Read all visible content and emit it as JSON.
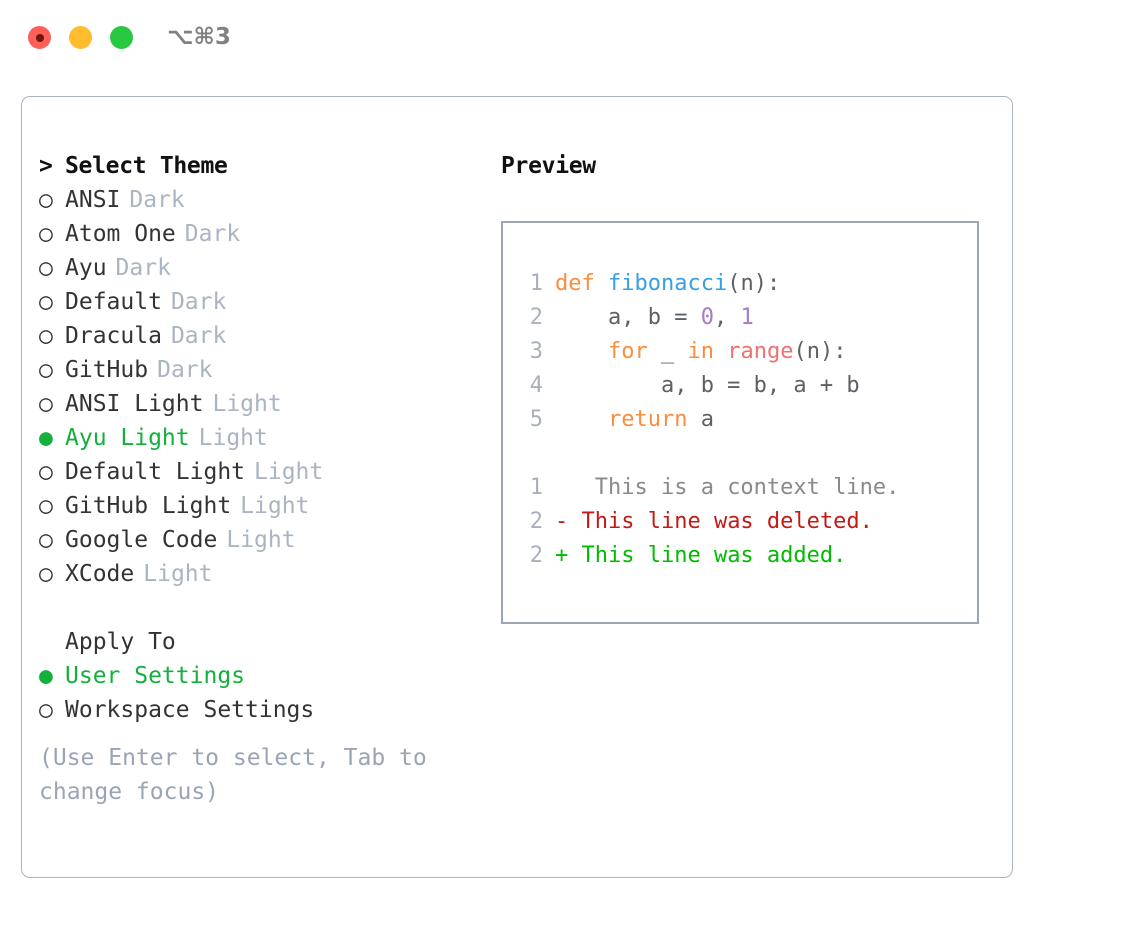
{
  "titlebar": {
    "shortcut": "⌥⌘3",
    "lights": [
      "close",
      "minimize",
      "zoom"
    ]
  },
  "left": {
    "header": {
      "marker": ">",
      "label": "Select Theme"
    },
    "themes": [
      {
        "marker": "○",
        "label": "ANSI",
        "variant": "Dark",
        "selected": false
      },
      {
        "marker": "○",
        "label": "Atom One",
        "variant": "Dark",
        "selected": false
      },
      {
        "marker": "○",
        "label": "Ayu",
        "variant": "Dark",
        "selected": false
      },
      {
        "marker": "○",
        "label": "Default",
        "variant": "Dark",
        "selected": false
      },
      {
        "marker": "○",
        "label": "Dracula",
        "variant": "Dark",
        "selected": false
      },
      {
        "marker": "○",
        "label": "GitHub",
        "variant": "Dark",
        "selected": false
      },
      {
        "marker": "○",
        "label": "ANSI Light",
        "variant": "Light",
        "selected": false
      },
      {
        "marker": "●",
        "label": "Ayu Light",
        "variant": "Light",
        "selected": true
      },
      {
        "marker": "○",
        "label": "Default Light",
        "variant": "Light",
        "selected": false
      },
      {
        "marker": "○",
        "label": "GitHub Light",
        "variant": "Light",
        "selected": false
      },
      {
        "marker": "○",
        "label": "Google Code",
        "variant": "Light",
        "selected": false
      },
      {
        "marker": "○",
        "label": "XCode",
        "variant": "Light",
        "selected": false
      }
    ],
    "apply_to": {
      "marker": "",
      "label": "Apply To",
      "options": [
        {
          "marker": "●",
          "label": "User Settings",
          "selected": true
        },
        {
          "marker": "○",
          "label": "Workspace Settings",
          "selected": false
        }
      ]
    },
    "hint": "(Use Enter to select, Tab to\nchange focus)"
  },
  "right": {
    "title": "Preview",
    "code": [
      {
        "line_no": "1",
        "tokens": [
          {
            "text": "def ",
            "type": "kw"
          },
          {
            "text": "fibonacci",
            "type": "fn"
          },
          {
            "text": "(n):",
            "type": "plain"
          }
        ]
      },
      {
        "line_no": "2",
        "tokens": [
          {
            "text": "    a, b = ",
            "type": "plain"
          },
          {
            "text": "0",
            "type": "num"
          },
          {
            "text": ", ",
            "type": "plain"
          },
          {
            "text": "1",
            "type": "num"
          }
        ]
      },
      {
        "line_no": "3",
        "tokens": [
          {
            "text": "    ",
            "type": "plain"
          },
          {
            "text": "for",
            "type": "kw"
          },
          {
            "text": " _ ",
            "type": "plain"
          },
          {
            "text": "in",
            "type": "kw"
          },
          {
            "text": " ",
            "type": "plain"
          },
          {
            "text": "range",
            "type": "builtin"
          },
          {
            "text": "(n):",
            "type": "plain"
          }
        ]
      },
      {
        "line_no": "4",
        "tokens": [
          {
            "text": "        a, b = b, a + b",
            "type": "plain"
          }
        ]
      },
      {
        "line_no": "5",
        "tokens": [
          {
            "text": "    ",
            "type": "plain"
          },
          {
            "text": "return",
            "type": "kw"
          },
          {
            "text": " a",
            "type": "plain"
          }
        ]
      }
    ],
    "diff": [
      {
        "line_no": "1",
        "sign": " ",
        "text": "  This is a context line.",
        "kind": "ctx"
      },
      {
        "line_no": "2",
        "sign": "-",
        "text": " This line was deleted.",
        "kind": "del"
      },
      {
        "line_no": "2",
        "sign": "+",
        "text": " This line was added.",
        "kind": "add"
      }
    ]
  },
  "colors": {
    "accent_green": "#13b03c",
    "muted": "#aab4c2",
    "hint": "#9aa4b4",
    "keyword": "#fa8d3e",
    "function": "#399ee6",
    "number": "#a37acc",
    "builtin": "#f07171",
    "plain": "#5c6166",
    "diff_deleted": "#c41a16",
    "diff_added": "#00bb00",
    "diff_context": "#8a8a8a",
    "light_red": "#fe5f57",
    "light_yellow": "#febc2e",
    "light_green": "#28c840"
  }
}
